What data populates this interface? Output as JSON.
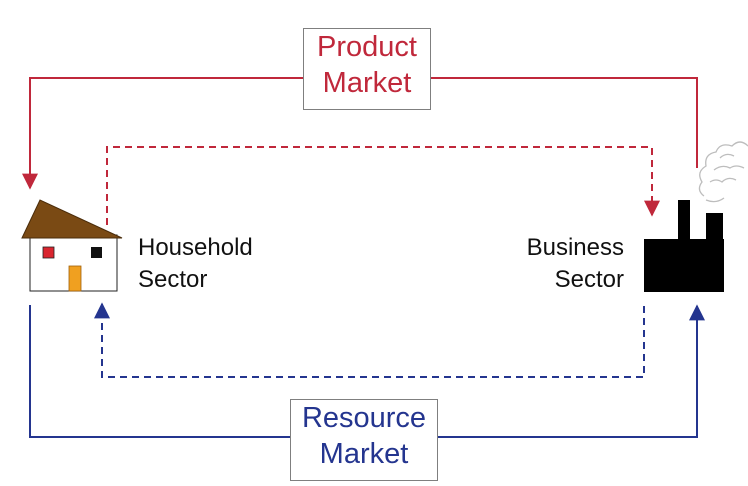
{
  "product_market": {
    "line1": "Product",
    "line2": "Market"
  },
  "resource_market": {
    "line1": "Resource",
    "line2": "Market"
  },
  "household": {
    "line1": "Household",
    "line2": "Sector"
  },
  "business": {
    "line1": "Business",
    "line2": "Sector"
  },
  "colors": {
    "product_flow": "#c0283b",
    "resource_flow": "#24358f",
    "roof": "#7a4a14",
    "door": "#f0a020",
    "window_red": "#d9252f",
    "window_black": "#111111",
    "factory": "#000000"
  },
  "icons": [
    "house-icon",
    "factory-icon",
    "smoke-icon"
  ]
}
